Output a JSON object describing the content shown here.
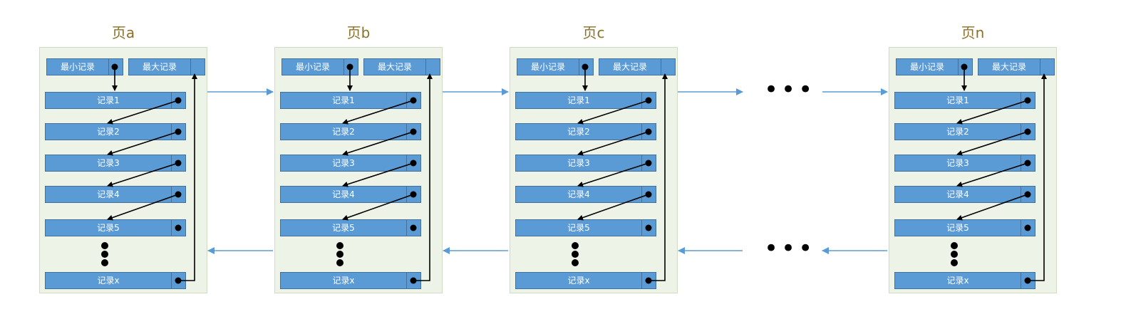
{
  "pages": [
    {
      "title": "页a"
    },
    {
      "title": "页b"
    },
    {
      "title": "页c"
    },
    {
      "title": "页n"
    }
  ],
  "header_records": {
    "min": "最小记录",
    "max": "最大记录"
  },
  "records": [
    "记录1",
    "记录2",
    "记录3",
    "记录4",
    "记录5"
  ],
  "last_record": "记录x",
  "ellipsis": "•••",
  "colors": {
    "record_fill": "#5b9bd5",
    "page_bg": "#eef3e8",
    "link_arrow": "#5b9bd5",
    "title": "#8a7028"
  }
}
